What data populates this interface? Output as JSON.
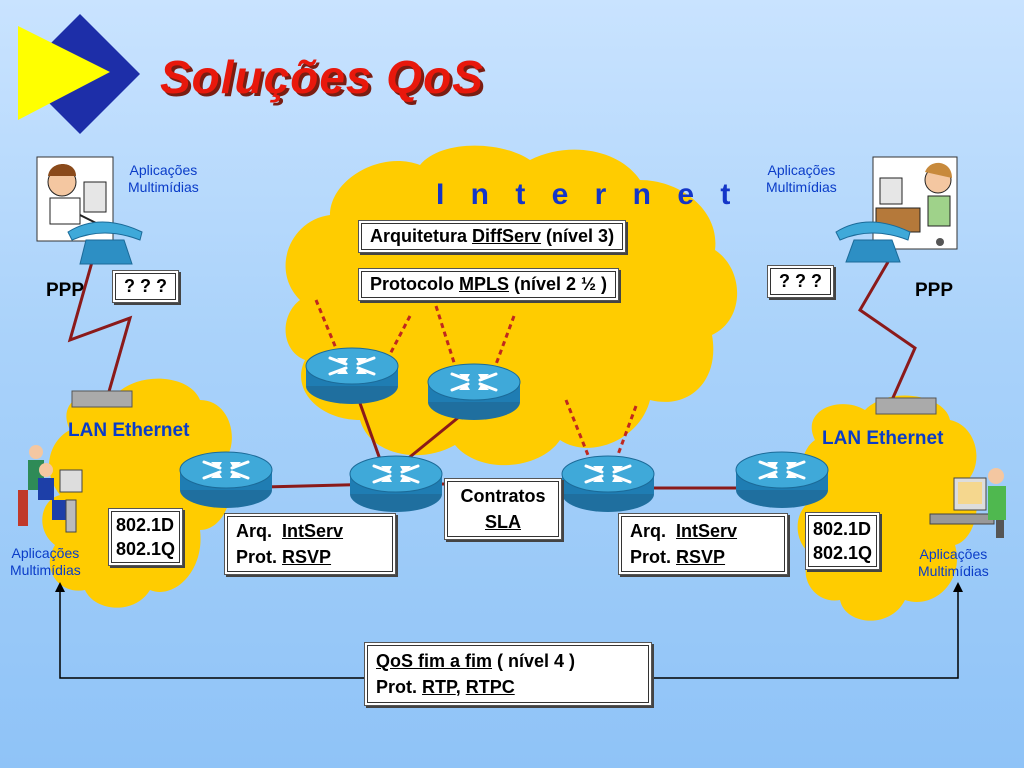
{
  "slide": {
    "title": "Soluções QoS",
    "internet_label": "I n t e r n e t",
    "arch_prefix": "Arquitetura ",
    "arch_link": "DiffServ",
    "arch_suffix": " (nível 3)",
    "proto_prefix": "Protocolo ",
    "proto_link": "MPLS",
    "proto_suffix": " (nível 2 ½ )",
    "contracts_line1": "Contratos",
    "contracts_line2": "SLA",
    "left_ppp": "PPP",
    "right_ppp": "PPP",
    "left_question": "? ? ?",
    "right_question": "? ? ?",
    "top_left_app_line1": "Aplicações",
    "top_left_app_line2": "Multimídias",
    "top_right_app_line1": "Aplicações",
    "top_right_app_line2": "Multimídias",
    "bottom_left_app_line1": "Aplicações",
    "bottom_left_app_line2": "Multimídias",
    "bottom_right_app_line1": "Aplicações",
    "bottom_right_app_line2": "Multimídias",
    "left_lan": "LAN Ethernet",
    "right_lan": "LAN Ethernet",
    "left_std_line1": "802.1D",
    "left_std_line2": "802.1Q",
    "right_std_line1": "802.1D",
    "right_std_line2": "802.1Q",
    "left_arq_prefix": "Arq.  ",
    "left_arq_link": "IntServ",
    "left_prot_prefix": "Prot. ",
    "left_prot_link": "RSVP",
    "right_arq_prefix": "Arq.  ",
    "right_arq_link": "IntServ",
    "right_prot_prefix": "Prot. ",
    "right_prot_link": "RSVP",
    "e2e_link": "QoS fim a fim",
    "e2e_suffix": " ( nível 4 )",
    "e2e_prot_prefix": "Prot. ",
    "e2e_rtp": "RTP",
    "e2e_sep": ", ",
    "e2e_rtpc": "RTPC"
  },
  "colors": {
    "title": "#e8180c",
    "cloud": "#ffcc00",
    "link": "#8b1a1a",
    "router_top": "#3fa9d9",
    "router_side": "#1f7db3",
    "label_blue": "#0a3cc8"
  },
  "icons": [
    "yellow-triangle-logo",
    "blue-diamond-logo",
    "router-icon",
    "telephone-icon",
    "person-at-computer-icon"
  ]
}
